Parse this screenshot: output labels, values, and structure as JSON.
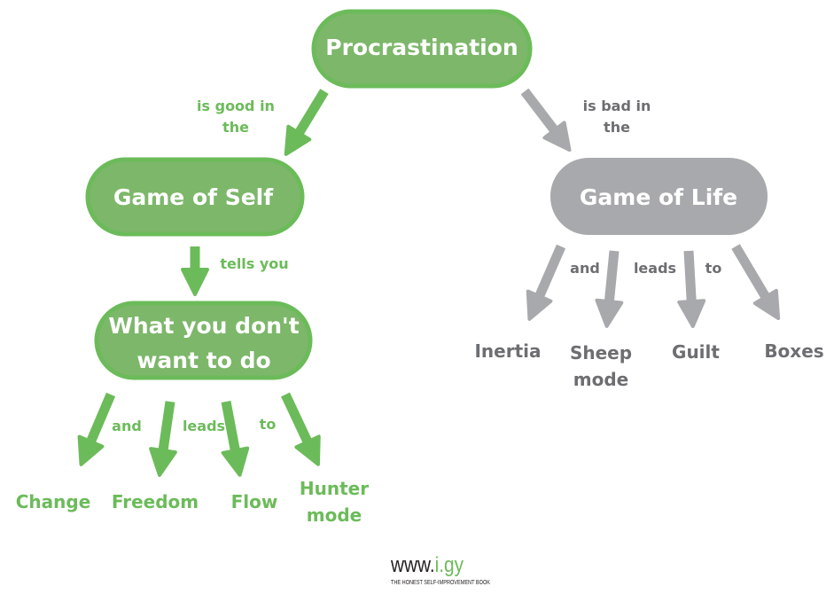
{
  "colors": {
    "green": "#6cbb5a",
    "green_fill": "#7db76a",
    "grey": "#a7a9ac",
    "grey_text": "#6d6e71"
  },
  "root": "Procrastination",
  "left": {
    "edge_label": [
      "is good in",
      "the"
    ],
    "node": "Game of Self",
    "edge2_label": "tells you",
    "node2": [
      "What you don't",
      "want to do"
    ],
    "leaf_edge_labels": [
      "and",
      "leads",
      "to"
    ],
    "leaves": [
      [
        "Change"
      ],
      [
        "Freedom"
      ],
      [
        "Flow"
      ],
      [
        "Hunter",
        "mode"
      ]
    ]
  },
  "right": {
    "edge_label": [
      "is bad in",
      "the"
    ],
    "node": "Game of Life",
    "leaf_edge_labels": [
      "and",
      "leads",
      "to"
    ],
    "leaves": [
      [
        "Inertia"
      ],
      [
        "Sheep",
        "mode"
      ],
      [
        "Guilt"
      ],
      [
        "Boxes"
      ]
    ]
  },
  "footer": {
    "logo_prefix": "www.",
    "logo_suffix": "i.gy",
    "tagline": "THE HONEST SELF-IMPROVEMENT BOOK"
  }
}
